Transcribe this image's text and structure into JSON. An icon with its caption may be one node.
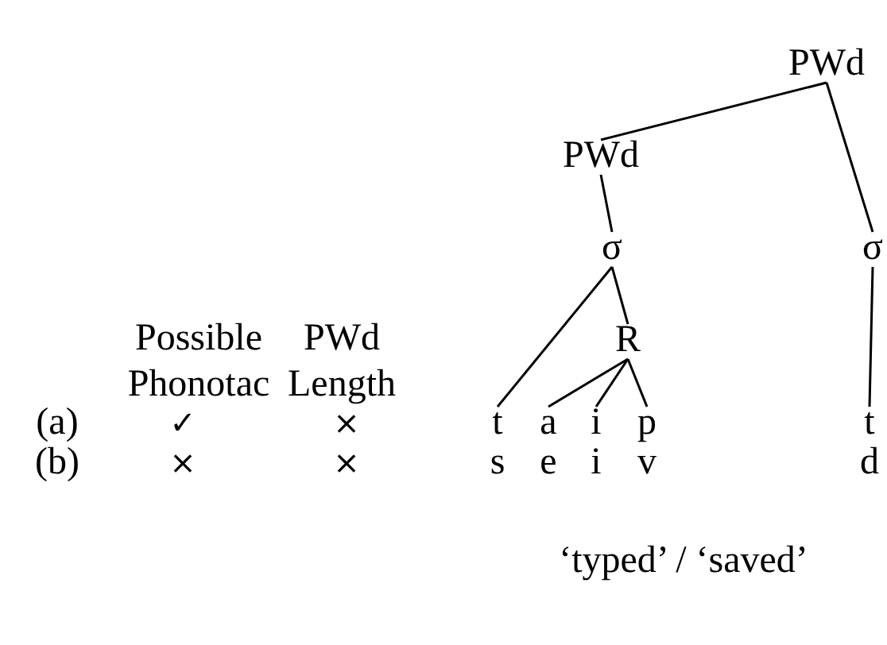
{
  "diagram": {
    "caption": "‘typed’ / ‘saved’",
    "nodes": [
      {
        "text": [
          "PWd"
        ]
      },
      {
        "text": [
          "PWd"
        ]
      },
      {
        "text": [
          "σ"
        ]
      },
      {
        "text": [
          "σ"
        ]
      },
      {
        "text": [
          "R"
        ]
      },
      {
        "text": [
          "t"
        ]
      },
      {
        "text": [
          "a"
        ]
      },
      {
        "text": [
          "i"
        ]
      },
      {
        "text": [
          "p"
        ]
      },
      {
        "text": [
          "t"
        ]
      }
    ],
    "edges": [
      {
        "from": 0,
        "to": 1,
        "arrow": "none"
      },
      {
        "from": 0,
        "to": 3,
        "arrow": "none"
      },
      {
        "from": 1,
        "to": 2,
        "arrow": "none"
      },
      {
        "from": 2,
        "to": 5,
        "arrow": "none"
      },
      {
        "from": 2,
        "to": 4,
        "arrow": "none"
      },
      {
        "from": 4,
        "to": 6,
        "arrow": "none"
      },
      {
        "from": 4,
        "to": 7,
        "arrow": "none"
      },
      {
        "from": 4,
        "to": 8,
        "arrow": "none"
      },
      {
        "from": 3,
        "to": 9,
        "arrow": "none"
      }
    ],
    "labels": [
      "Possible Phonotac",
      "PWd Length",
      "(a)",
      "✓",
      "×",
      "(b)",
      "×",
      "×",
      "s",
      "e",
      "i",
      "v",
      "d"
    ]
  }
}
